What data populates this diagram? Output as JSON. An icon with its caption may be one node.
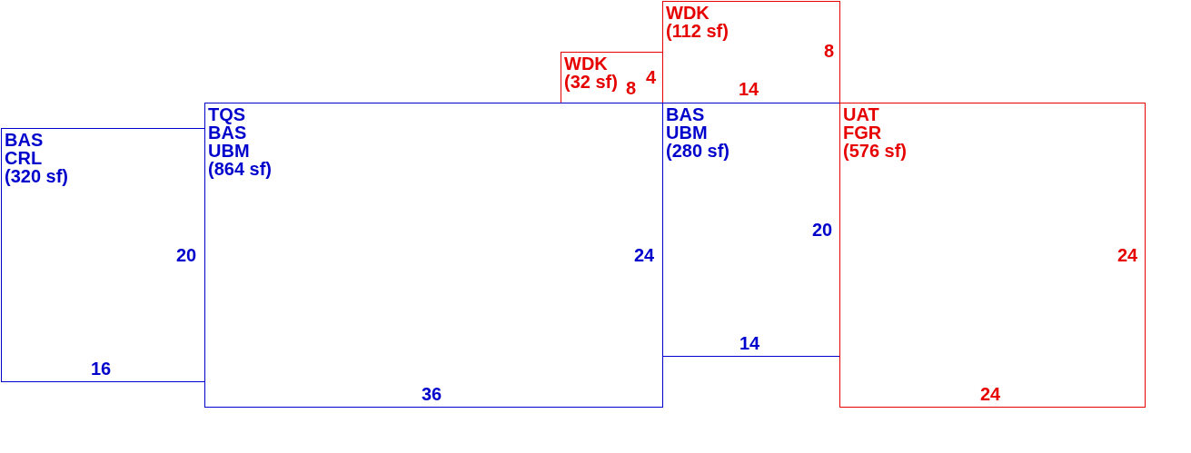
{
  "diagram": {
    "nodes": [
      {
        "text": [
          "WDK",
          "(32 sf)",
          "4",
          "8"
        ]
      },
      {
        "text": [
          "WDK",
          "(112 sf)",
          "8",
          "14"
        ]
      },
      {
        "text": [
          "BAS",
          "CRL",
          "(320 sf)",
          "20",
          "16"
        ]
      },
      {
        "text": [
          "TQS",
          "BAS",
          "UBM",
          "(864 sf)",
          "24",
          "36"
        ]
      },
      {
        "text": [
          "BAS",
          "UBM",
          "(280 sf)",
          "20",
          "14"
        ]
      },
      {
        "text": [
          "UAT",
          "FGR",
          "(576 sf)",
          "24",
          "24"
        ]
      }
    ]
  }
}
